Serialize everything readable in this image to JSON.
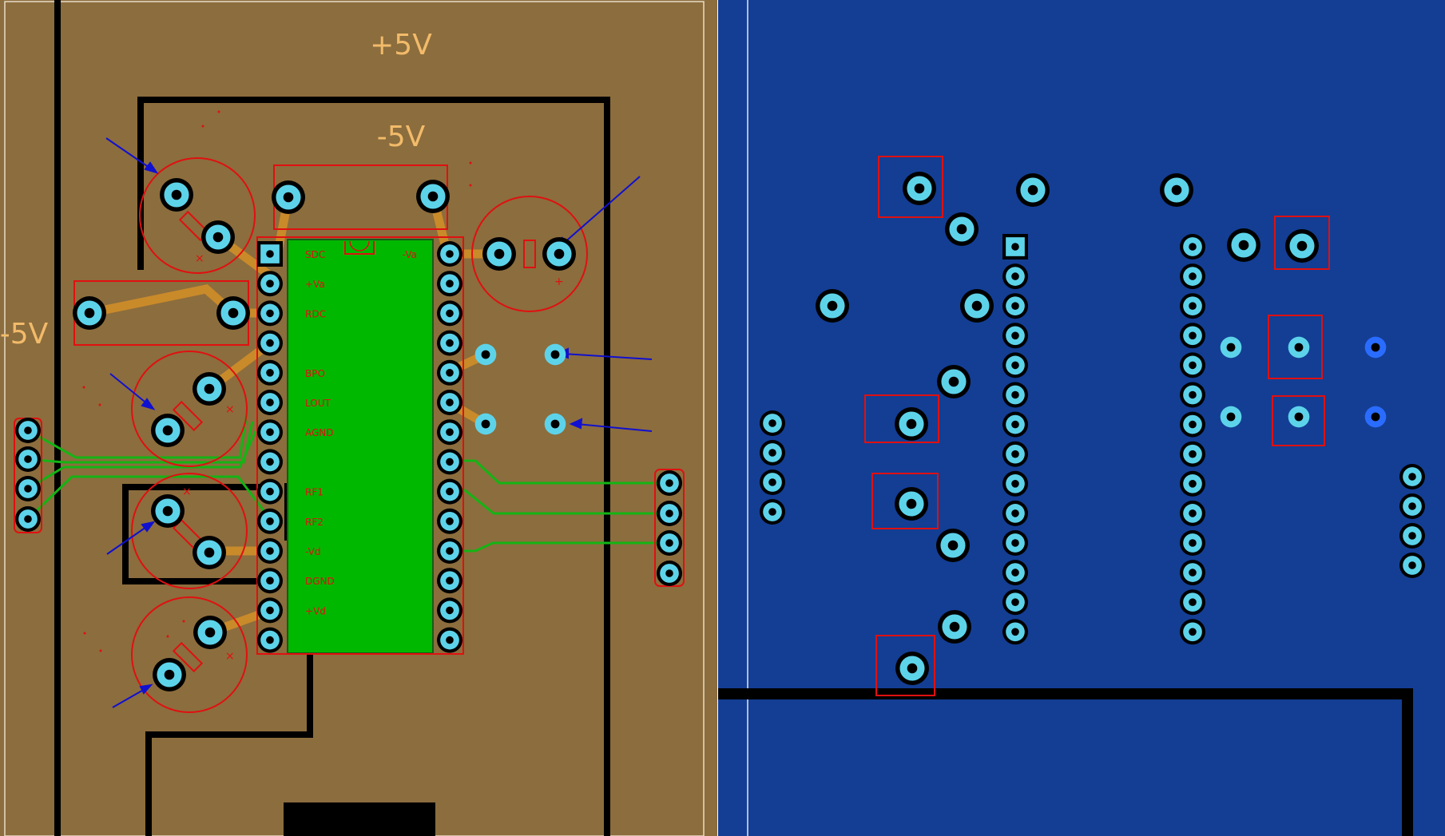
{
  "colors": {
    "top_copper": "#8c6d3d",
    "bottom_copper": "#133e94",
    "pad": "#5dd3ea",
    "pad_ring": "#000000",
    "trace_orange": "#c98a2a",
    "trace_green": "#14b414",
    "module_green": "#00b800",
    "silk_red": "#e01010",
    "net_label": "#f2bb6a",
    "arrow_blue": "#1010d0",
    "via_blue": "#2a6cff"
  },
  "net_labels": {
    "plus5v": "+5V",
    "minus5v_inner": "-5V",
    "minus5v_edge": "-5V"
  },
  "module_pins_left": [
    "SDC",
    "+Va",
    "RDC",
    "",
    "BPO",
    "LOUT",
    "AGND",
    "",
    "RF1",
    "RF2",
    "-Vd",
    "DGND",
    "+Vd",
    ""
  ],
  "module_pins_right": [
    "-Va",
    "",
    "",
    "",
    "",
    "",
    "",
    "",
    "",
    "",
    "",
    "",
    "",
    ""
  ],
  "silk_marks": {
    "plus": "+",
    "cross": "×"
  }
}
